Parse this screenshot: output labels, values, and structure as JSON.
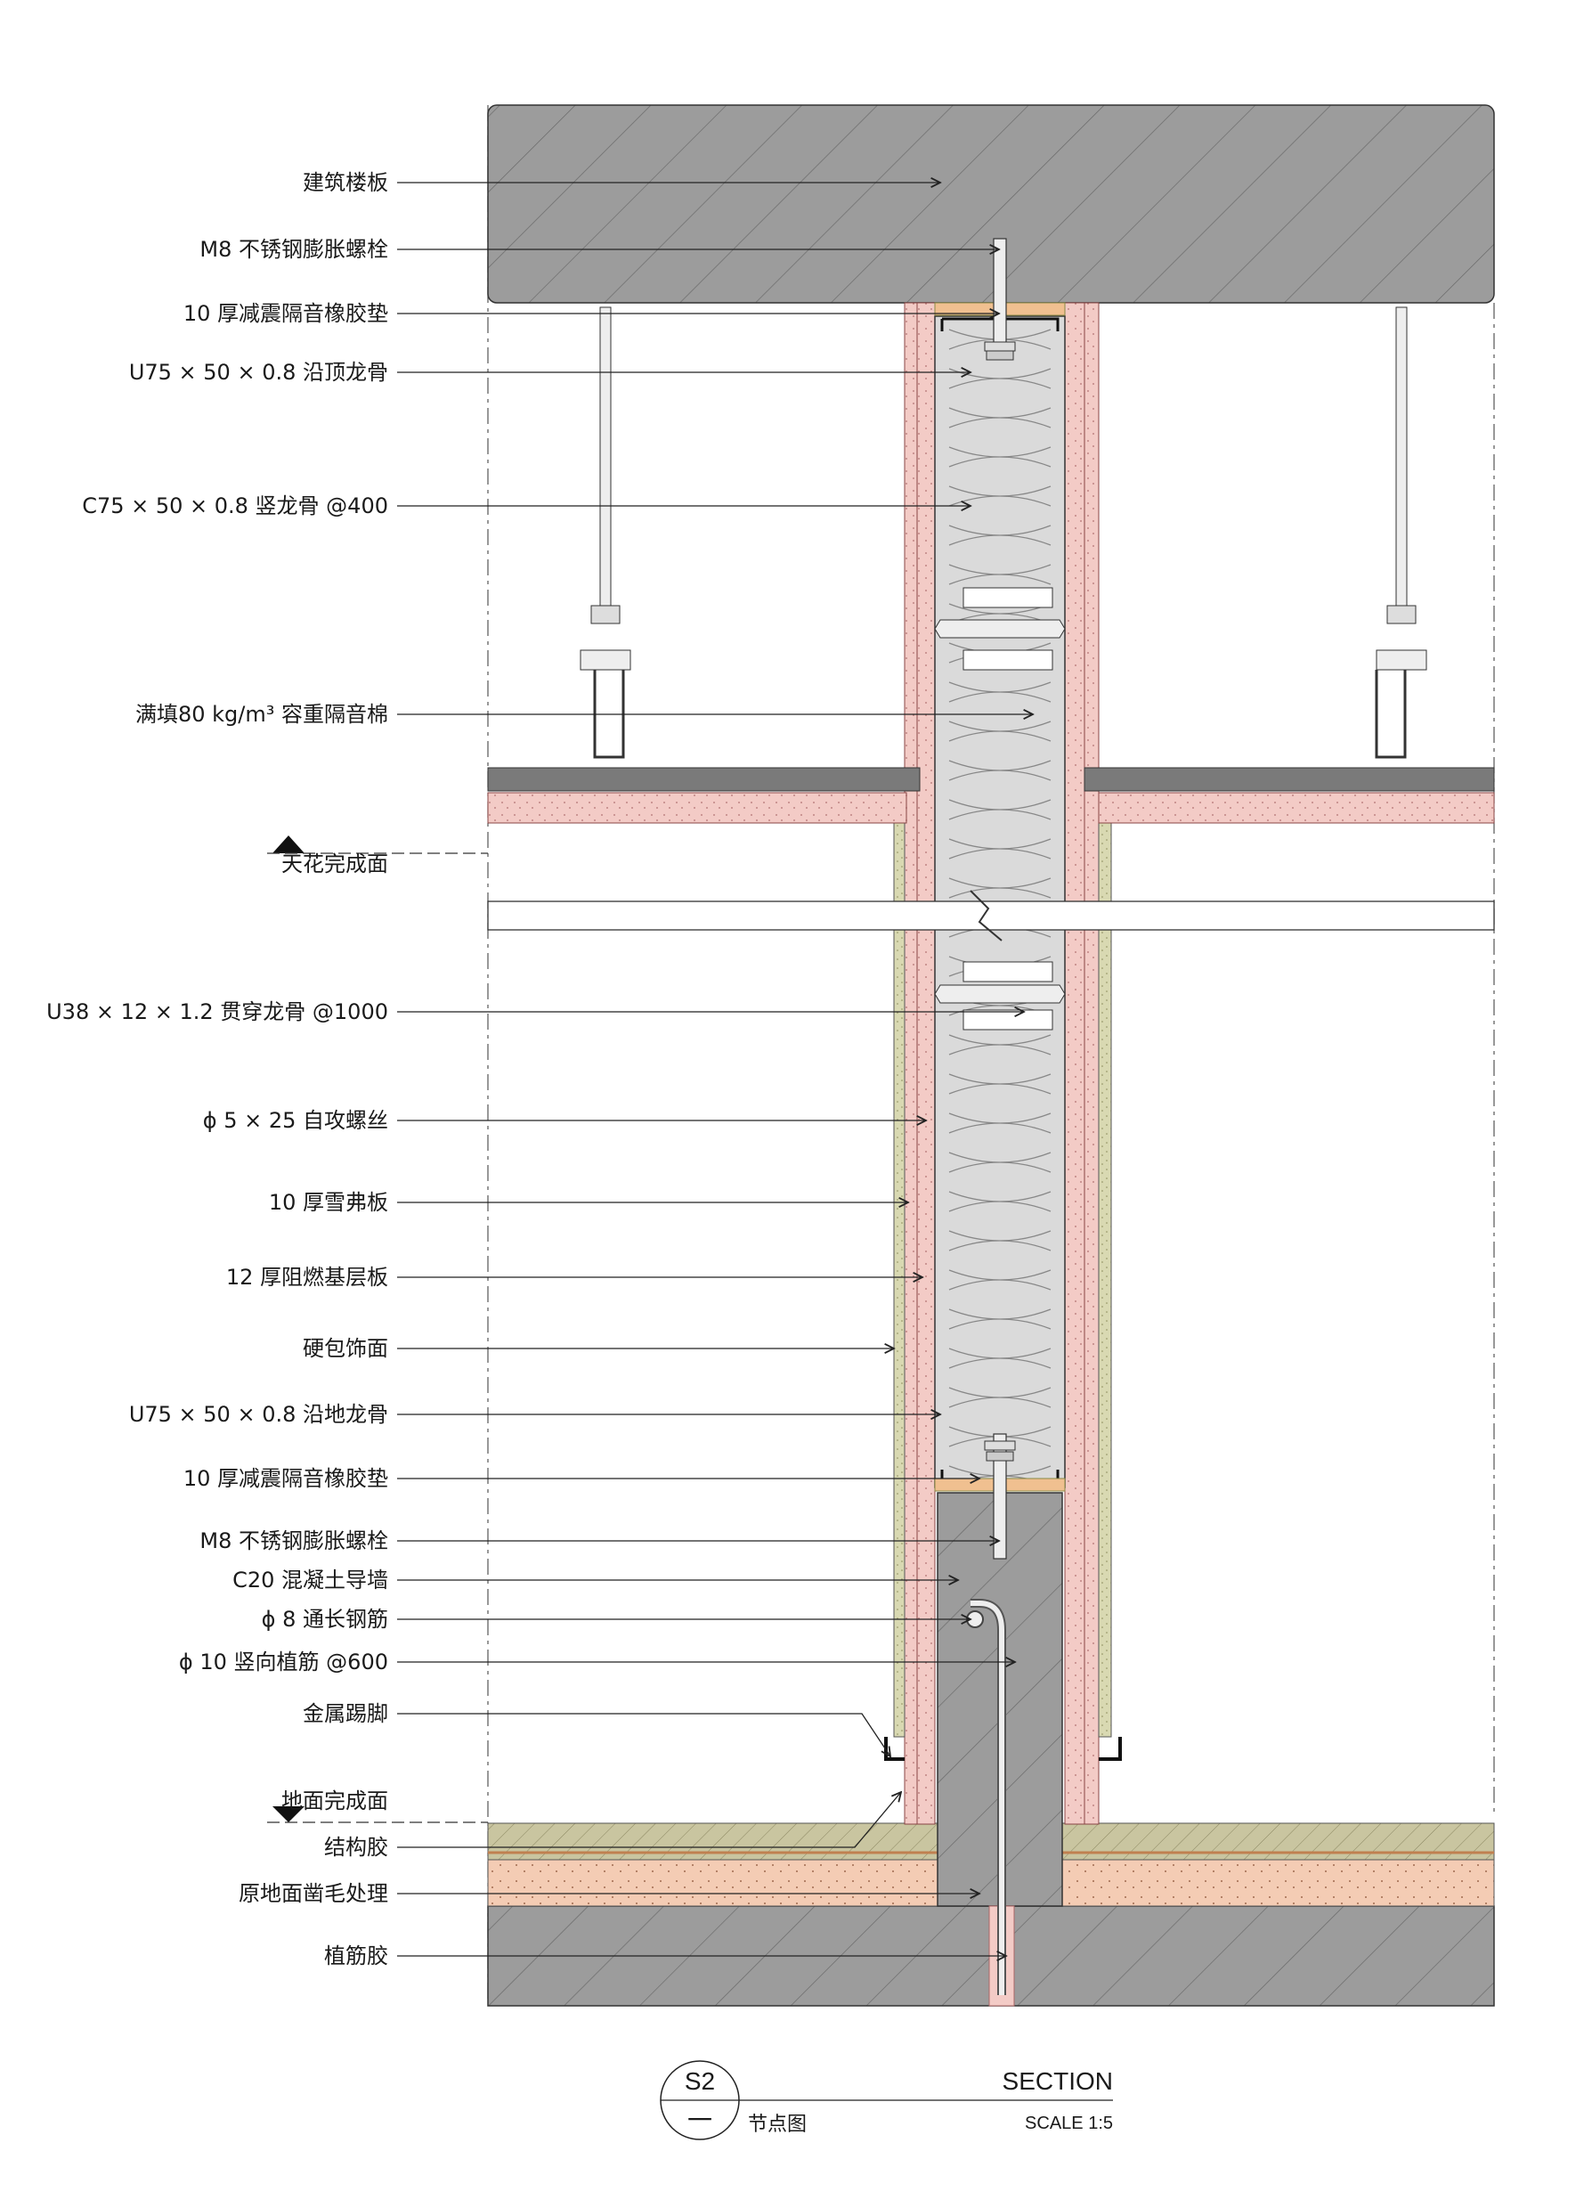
{
  "labels": {
    "floor_slab": "建筑楼板",
    "m8_bolt_top": "M8 不锈钢膨胀螺栓",
    "rubber_pad_top": "10 厚减震隔音橡胶垫",
    "u75_top_track": "U75 × 50 × 0.8 沿顶龙骨",
    "c75_stud": "C75 × 50 × 0.8 竖龙骨 @400",
    "insulation": "满填80 kg/m³ 容重隔音棉",
    "ceiling_finish": "天花完成面",
    "u38_channel": "U38 × 12 × 1.2 贯穿龙骨 @1000",
    "self_tap_screw": "ϕ 5 × 25 自攻螺丝",
    "calcium_board": "10 厚雪弗板",
    "fire_base_board": "12 厚阻燃基层板",
    "hard_cladding": "硬包饰面",
    "u75_floor_track": "U75 × 50 × 0.8 沿地龙骨",
    "rubber_pad_bottom": "10 厚减震隔音橡胶垫",
    "m8_bolt_bottom": "M8 不锈钢膨胀螺栓",
    "c20_curb": "C20 混凝土导墙",
    "rebar_8": "ϕ 8 通长钢筋",
    "rebar_10": "ϕ 10 竖向植筋 @600",
    "metal_skirting": "金属踢脚",
    "floor_finish": "地面完成面",
    "structural_glue": "结构胶",
    "roughened_floor": "原地面凿毛处理",
    "anchor_glue": "植筋胶"
  },
  "title_block": {
    "drawing_no": "S2",
    "sheet": "一",
    "name_cn": "节点图",
    "name_en": "SECTION",
    "scale": "SCALE 1:5"
  },
  "colors": {
    "concrete": "#9a9a9a",
    "board_pink": "#f2c8c4",
    "finish_green": "#d8d8b0",
    "screed": "#f4c9a8",
    "insulation": "#d9d9d9",
    "rubber": "#f0c090",
    "ceiling_board": "#7a7a7a"
  }
}
